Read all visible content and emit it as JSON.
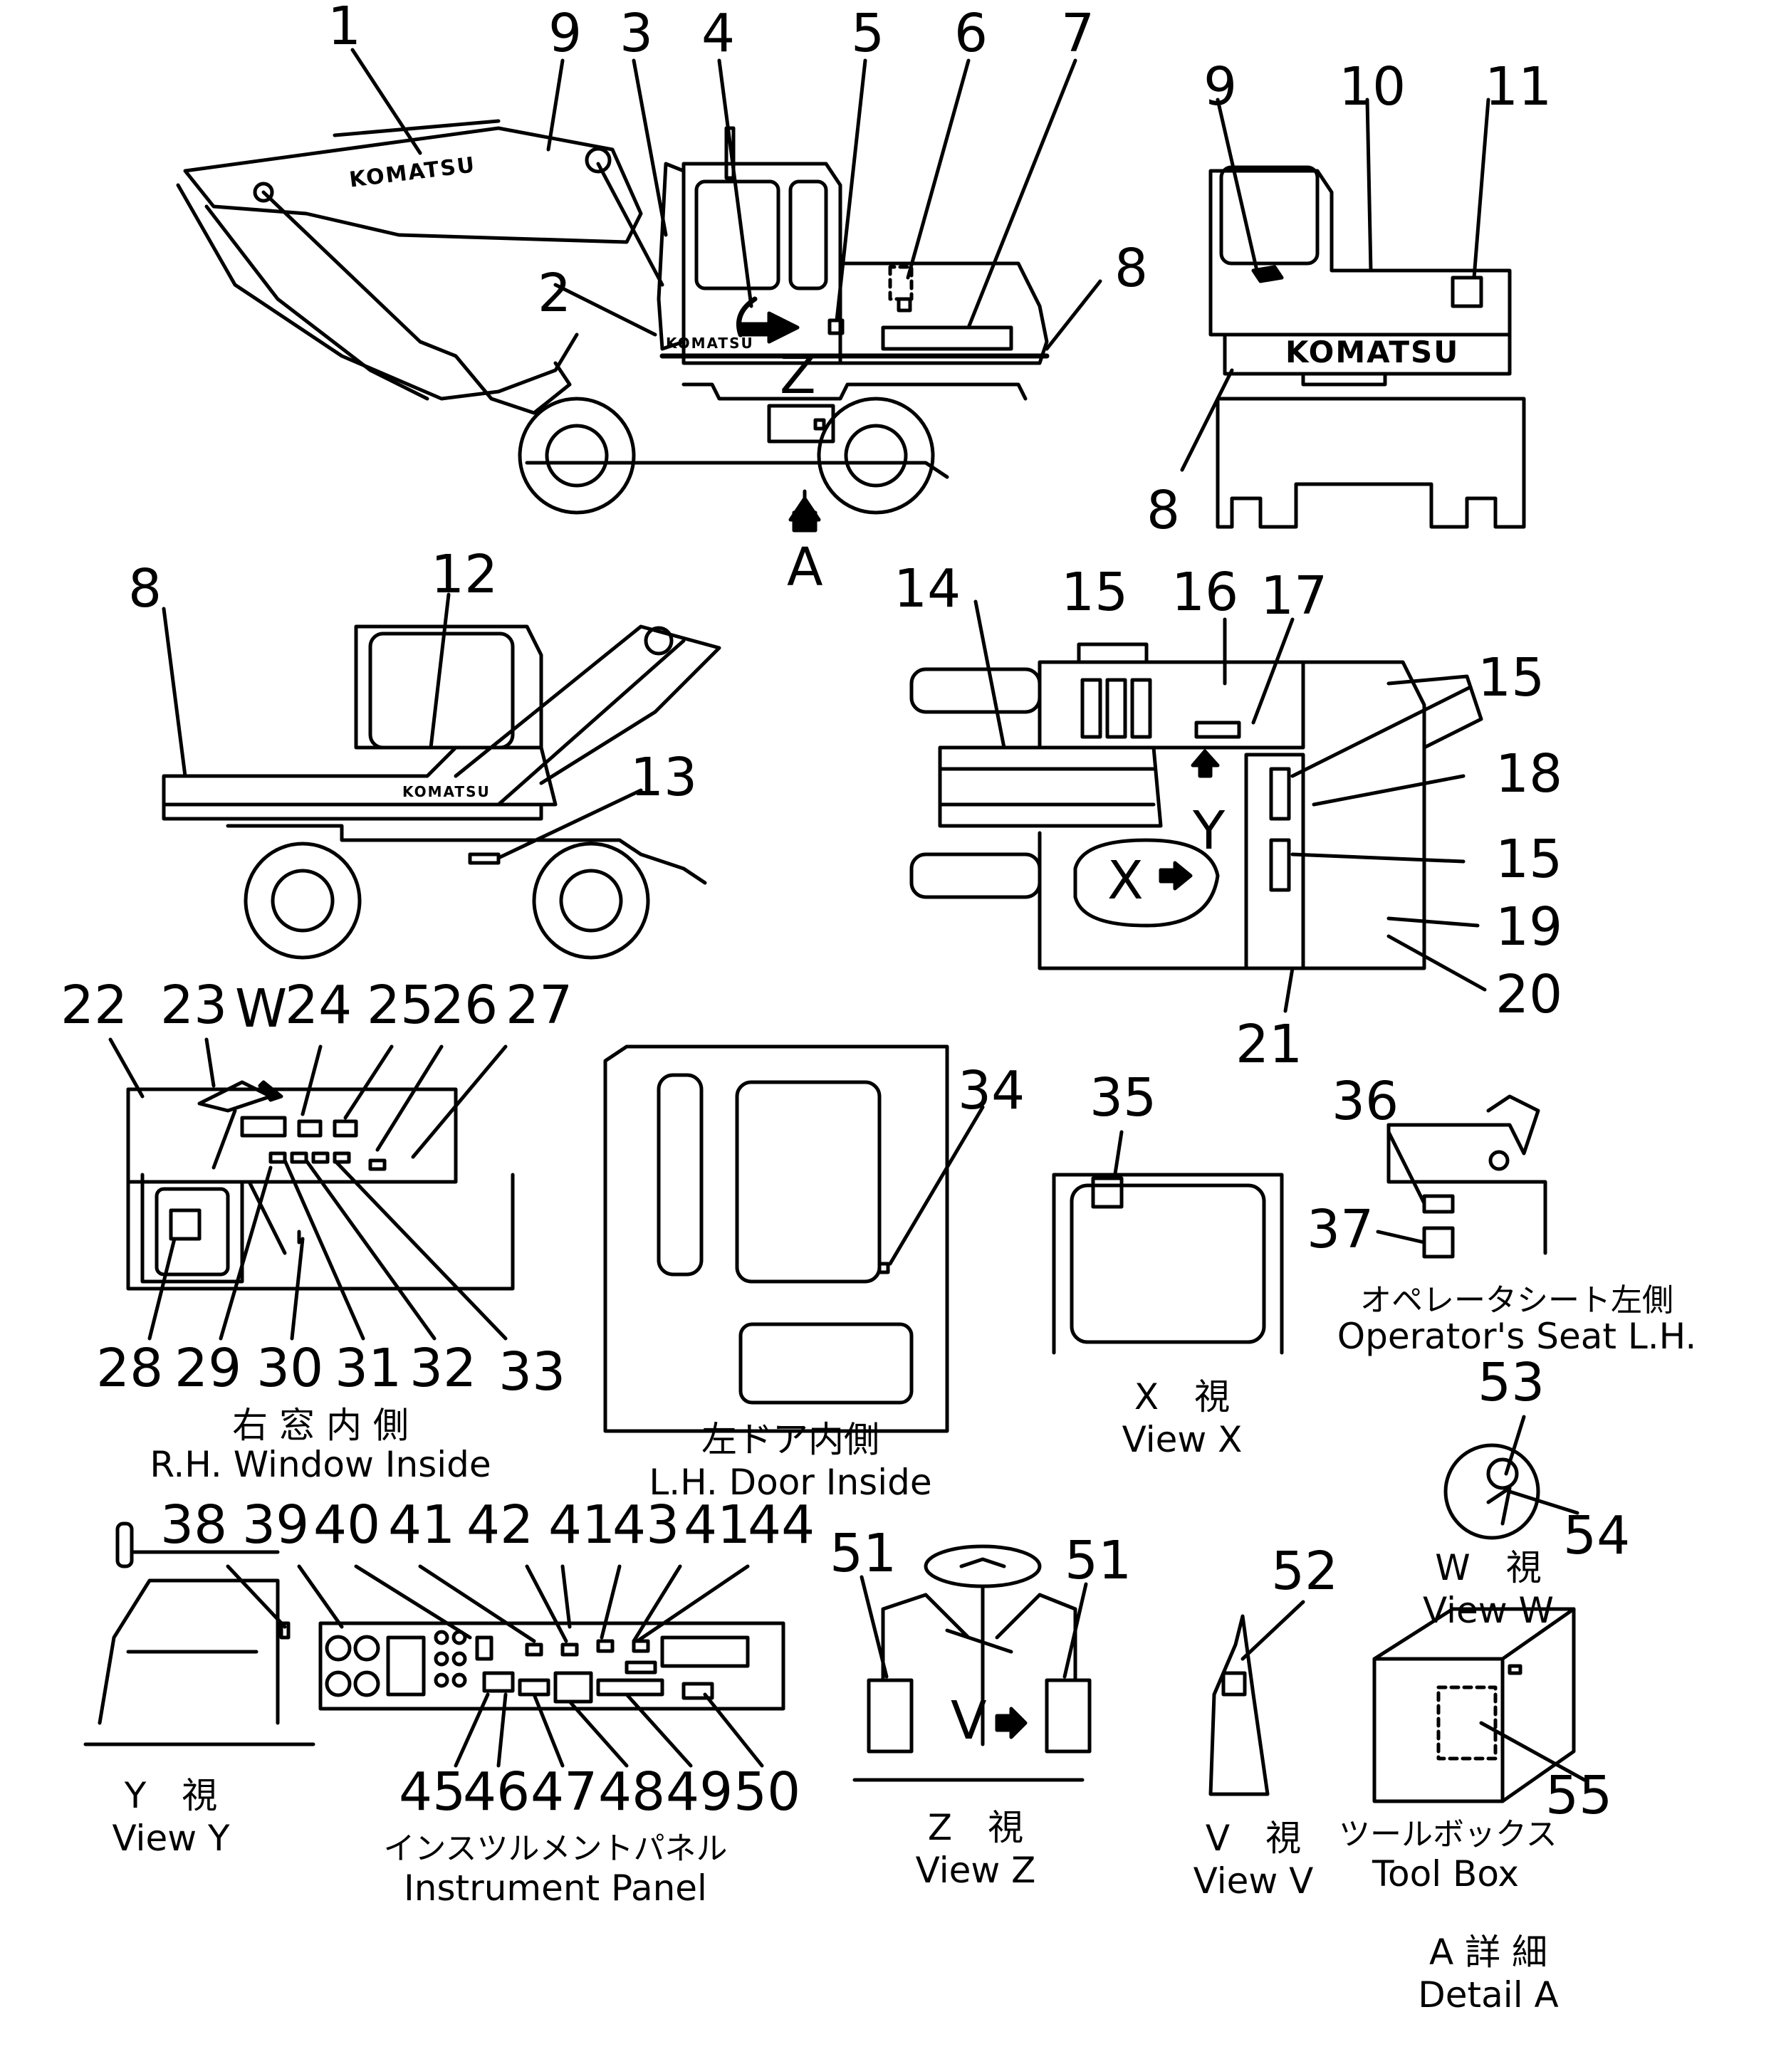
{
  "brand": "KOMATSU",
  "view_letters": {
    "z": "Z",
    "a": "A",
    "y": "Y",
    "x": "X",
    "w": "W",
    "v": "V"
  },
  "callouts": [
    "1",
    "2",
    "3",
    "4",
    "5",
    "6",
    "7",
    "8",
    "9",
    "10",
    "11",
    "12",
    "13",
    "14",
    "15",
    "16",
    "17",
    "18",
    "19",
    "20",
    "21",
    "22",
    "23",
    "24",
    "25",
    "26",
    "27",
    "28",
    "29",
    "30",
    "31",
    "32",
    "33",
    "34",
    "35",
    "36",
    "37",
    "38",
    "39",
    "40",
    "41",
    "42",
    "43",
    "44",
    "45",
    "46",
    "47",
    "48",
    "49",
    "50",
    "51",
    "52",
    "53",
    "54",
    "55"
  ],
  "captions": {
    "rh_window_jp": "右 窓 内 側",
    "rh_window_en": "R.H. Window Inside",
    "lh_door_jp": "左ドア内側",
    "lh_door_en": "L.H. Door Inside",
    "view_x_jp": "X　視",
    "view_x_en": "View X",
    "seat_jp": "オペレータシート左側",
    "seat_en": "Operator's Seat L.H.",
    "view_w_jp": "W　視",
    "view_w_en": "View W",
    "view_y_jp": "Y　視",
    "view_y_en": "View Y",
    "panel_jp": "インスツルメントパネル",
    "panel_en": "Instrument Panel",
    "view_z_jp": "Z　視",
    "view_z_en": "View Z",
    "view_v_jp": "V　視",
    "view_v_en": "View V",
    "toolbox_jp": "ツールボックス",
    "toolbox_en": "Tool Box",
    "detail_a_jp": "A 詳 細",
    "detail_a_en": "Detail A"
  }
}
